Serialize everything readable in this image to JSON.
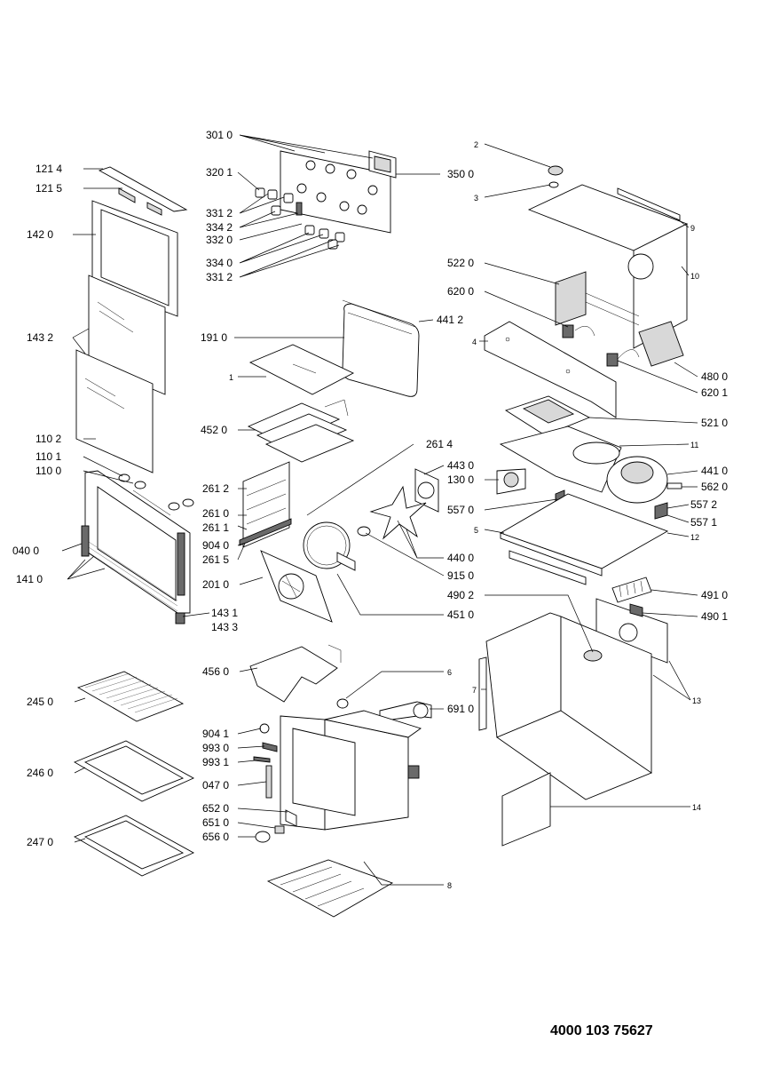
{
  "document_number": "4000 103 75627",
  "labels": {
    "l1214": "121 4",
    "l1215": "121 5",
    "l1420": "142 0",
    "l1432": "143 2",
    "l1102": "110 2",
    "l1101": "110 1",
    "l1100": "110 0",
    "l0400": "040 0",
    "l1410": "141 0",
    "l1431": "143 1",
    "l1433": "143 3",
    "l2450": "245 0",
    "l2460": "246 0",
    "l2470": "247 0",
    "l3010": "301 0",
    "l3201": "320 1",
    "l3312a": "331 2",
    "l3342": "334 2",
    "l3320": "332 0",
    "l3340": "334 0",
    "l3312b": "331 2",
    "l3500": "350 0",
    "l4412": "441 2",
    "l1910": "191 0",
    "l1": "1",
    "l4520": "452 0",
    "l2614": "261 4",
    "l4430": "443 0",
    "l2612": "261 2",
    "l2610": "261 0",
    "l2611": "261 1",
    "l9040": "904 0",
    "l2615": "261 5",
    "l2010": "201 0",
    "l4400": "440 0",
    "l9150": "915 0",
    "l4510": "451 0",
    "l4560": "456 0",
    "l6": "6",
    "l6910": "691 0",
    "l9041": "904 1",
    "l9930": "993 0",
    "l9931": "993 1",
    "l0470": "047 0",
    "l6520": "652 0",
    "l6510": "651 0",
    "l6560": "656 0",
    "l8": "8",
    "l2": "2",
    "l3": "3",
    "l9": "9",
    "l10": "10",
    "l5220": "522 0",
    "l6200": "620 0",
    "l4": "4",
    "l4800": "480 0",
    "l6201": "620 1",
    "l5210": "521 0",
    "l11": "11",
    "l1300": "130 0",
    "l4410": "441 0",
    "l5620": "562 0",
    "l5570": "557 0",
    "l5572": "557 2",
    "l5571": "557 1",
    "l5": "5",
    "l12": "12",
    "l4910": "491 0",
    "l4902": "490 2",
    "l4901": "490 1",
    "l7": "7",
    "l13": "13",
    "l14": "14"
  }
}
